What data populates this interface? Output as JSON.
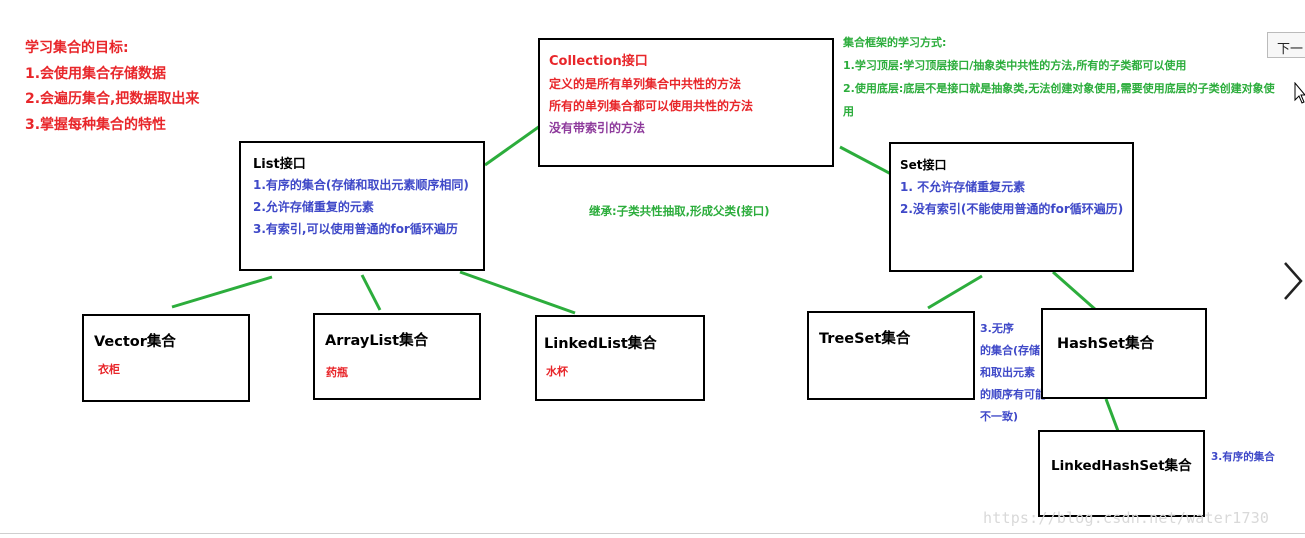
{
  "goals": {
    "title": "学习集合的目标:",
    "items": [
      "1.会使用集合存储数据",
      "2.会遍历集合,把数据取出来",
      "3.掌握每种集合的特性"
    ]
  },
  "collection": {
    "title": "Collection接口",
    "lines": [
      "定义的是所有单列集合中共性的方法",
      "所有的单列集合都可以使用共性的方法"
    ],
    "extra": "没有带索引的方法"
  },
  "study": {
    "title": "集合框架的学习方式:",
    "line1": "1.学习顶层:学习顶层接口/抽象类中共性的方法,所有的子类都可以使用",
    "line2a": "2.使用底层:底层不是接口就是抽象类,无法创建对象使用,需要使用底层的子类创建对象使",
    "line2b": "用"
  },
  "list": {
    "title": "List接口",
    "lines": [
      "1.有序的集合(存储和取出元素顺序相同)",
      "2.允许存储重复的元素",
      "3.有索引,可以使用普通的for循环遍历"
    ]
  },
  "inherit_note": "继承:子类共性抽取,形成父类(接口)",
  "set": {
    "title": "Set接口",
    "lines": [
      "1. 不允许存储重复元素",
      "2.没有索引(不能使用普通的for循环遍历)"
    ]
  },
  "vector": {
    "title": "Vector集合",
    "note": "衣柜"
  },
  "arraylist": {
    "title": "ArrayList集合",
    "note": "药瓶"
  },
  "linkedlist": {
    "title": "LinkedList集合",
    "note": "水杯"
  },
  "treeset": {
    "title": "TreeSet集合"
  },
  "hashset": {
    "title": "HashSet集合",
    "note_lines": [
      "3.无序",
      "的集合(存储",
      "和取出元素",
      "的顺序有可能",
      "不一致)"
    ]
  },
  "linkedhashset": {
    "title": "LinkedHashSet集合",
    "note": "3.有序的集合"
  },
  "ui": {
    "next_label": "下一",
    "watermark": "https://blog.csdn.net/water1730"
  },
  "colors": {
    "red": "#e8262a",
    "blue": "#3f49c8",
    "green": "#2cad3c",
    "purple": "#8e3b9c",
    "connector": "#2cad3c"
  }
}
